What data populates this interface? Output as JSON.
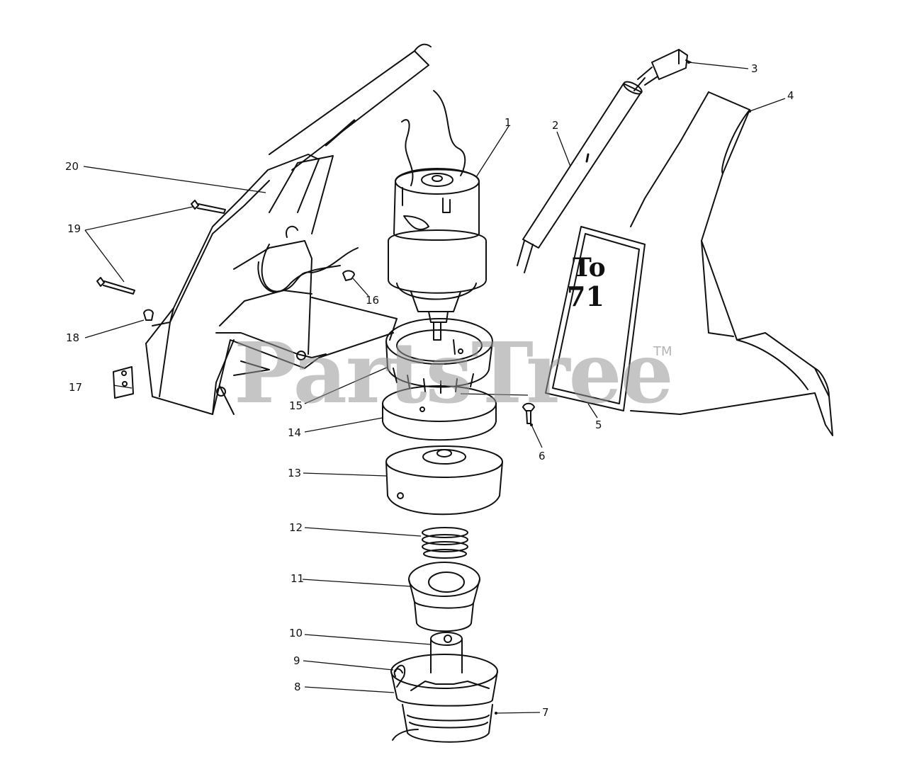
{
  "watermark": {
    "text": "PartsTree",
    "tm": "TM"
  },
  "decal": {
    "line1": "To",
    "line2": "71"
  },
  "callouts": {
    "c1": "1",
    "c2": "2",
    "c3": "3",
    "c4": "4",
    "c5": "5",
    "c6": "6",
    "c7": "7",
    "c8": "8",
    "c9": "9",
    "c10": "10",
    "c11": "11",
    "c12": "12",
    "c13": "13",
    "c14": "14",
    "c15": "15",
    "c16": "16",
    "c17": "17",
    "c18": "18",
    "c19": "19",
    "c20": "20"
  },
  "colors": {
    "ink": "#111111",
    "watermark": "#969696",
    "background": "#ffffff"
  }
}
